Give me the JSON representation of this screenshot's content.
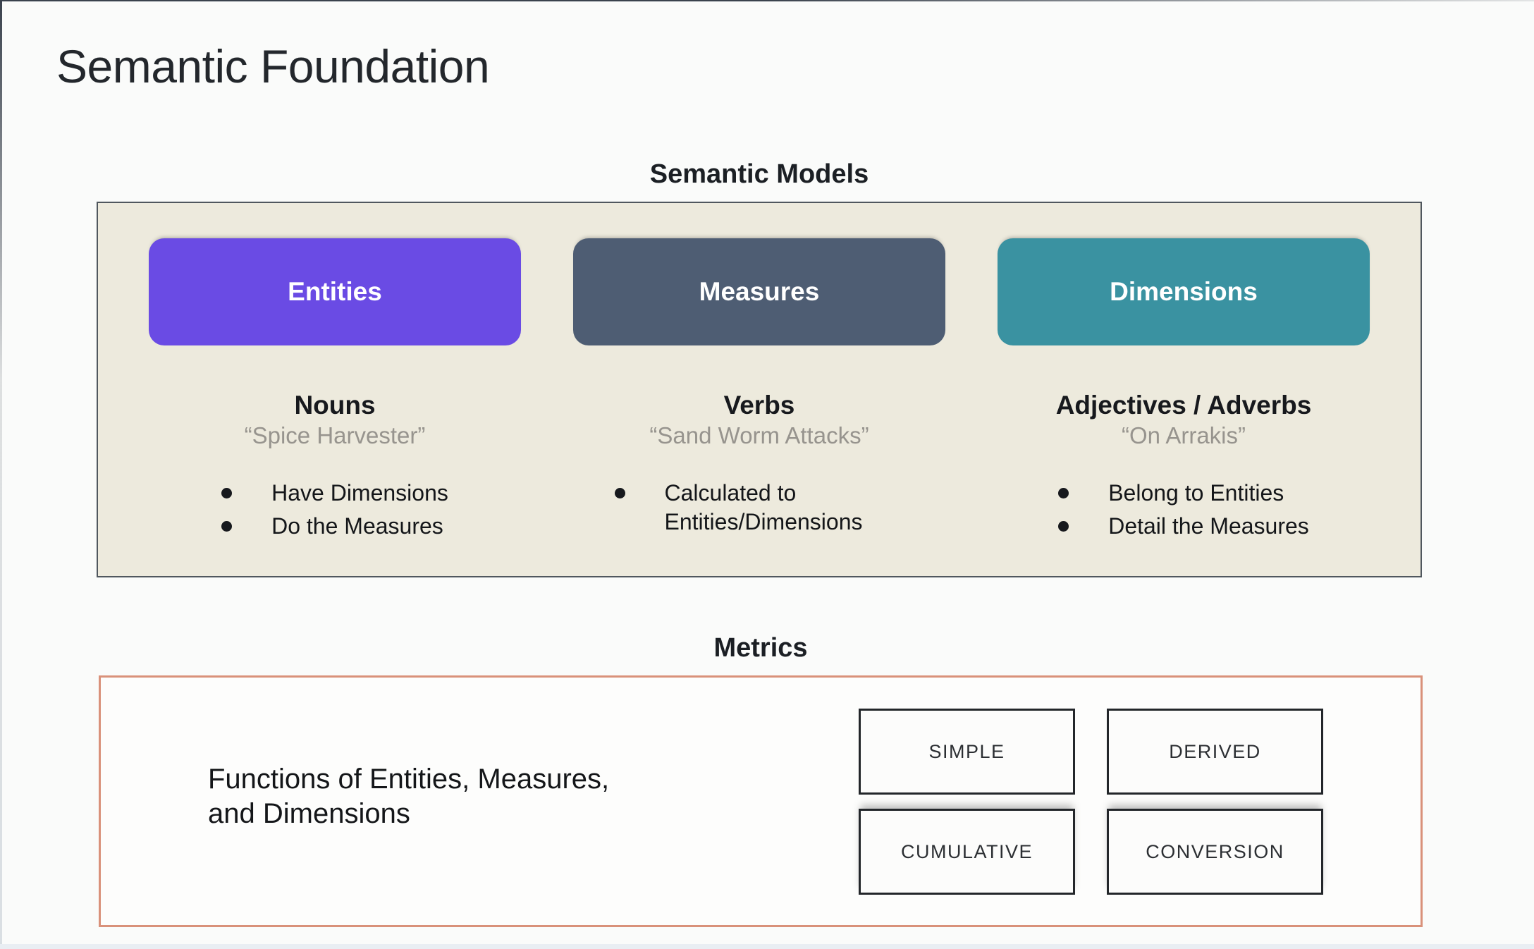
{
  "slide": {
    "title": "Semantic Foundation"
  },
  "semantic_models": {
    "heading": "Semantic Models",
    "columns": [
      {
        "button_label": "Entities",
        "button_color": "#6a4be4",
        "role": "Nouns",
        "example": "“Spice Harvester”",
        "bullets": [
          "Have Dimensions",
          "Do the Measures"
        ]
      },
      {
        "button_label": "Measures",
        "button_color": "#4e5d73",
        "role": "Verbs",
        "example": "“Sand Worm Attacks”",
        "bullets": [
          "Calculated to Entities/Dimensions"
        ]
      },
      {
        "button_label": "Dimensions",
        "button_color": "#3a92a1",
        "role": "Adjectives / Adverbs",
        "example": "“On Arrakis”",
        "bullets": [
          "Belong to Entities",
          "Detail the Measures"
        ]
      }
    ]
  },
  "metrics": {
    "heading": "Metrics",
    "description": [
      "Functions of Entities, Measures,",
      "and Dimensions"
    ],
    "types": [
      "SIMPLE",
      "DERIVED",
      "CUMULATIVE",
      "CONVERSION"
    ]
  },
  "colors": {
    "entities_button": "#6a4be4",
    "measures_button": "#4e5d73",
    "dimensions_button": "#3a92a1",
    "panel_background": "#edeadd",
    "panel_border": "#50575e",
    "metrics_panel_border": "#d9917a",
    "quote_text": "#97948e"
  }
}
